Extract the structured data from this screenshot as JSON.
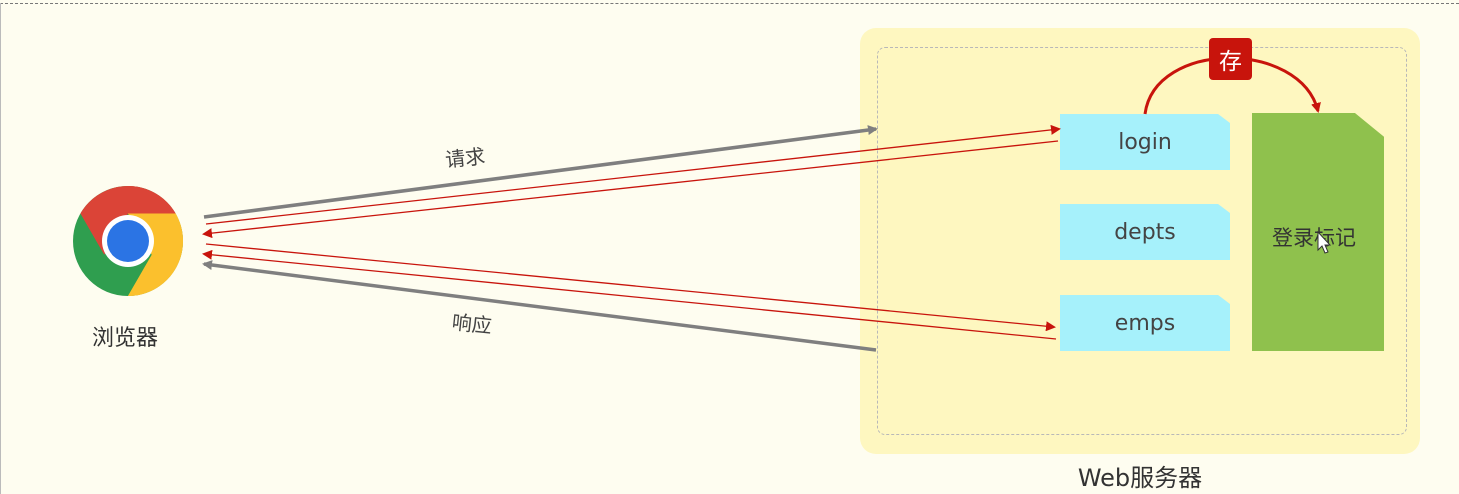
{
  "browser": {
    "label": "浏览器",
    "icon": "chrome-icon"
  },
  "arrows": {
    "request_label": "请求",
    "response_label": "响应"
  },
  "server": {
    "label": "Web服务器",
    "resources": [
      "login",
      "depts",
      "emps"
    ],
    "token_label": "登录标记",
    "store_badge": "存"
  },
  "colors": {
    "background": "#fefdf0",
    "server_box": "#fef7c0",
    "resource": "#a6f1fb",
    "token": "#8fc14d",
    "badge": "#c8140c",
    "red_arrow": "#c8140c",
    "gray_arrow": "#7f7f7f"
  }
}
